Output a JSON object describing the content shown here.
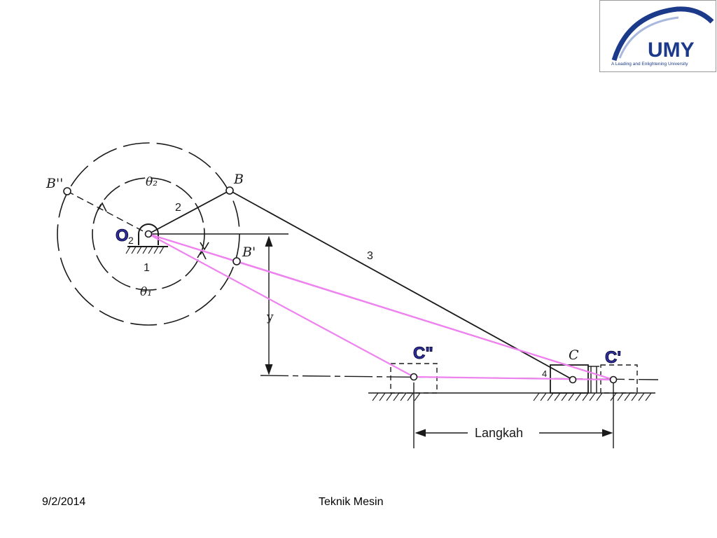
{
  "logo": {
    "name": "UMY",
    "tagline": "A Leading and Enlightening University"
  },
  "diagram": {
    "points": {
      "B_double": "B''",
      "B": "B",
      "B_prime": "B'",
      "C": "C",
      "link4": "4"
    },
    "links": {
      "ground": "1",
      "crank": "2",
      "coupler": "3"
    },
    "ground_pivot_label": "2",
    "angles": {
      "theta2": "θ₂",
      "theta1": "θ₁"
    },
    "offset_label": "y",
    "stroke_label": "Langkah",
    "annotations": {
      "pivot": "O",
      "c_double": "C\"",
      "c_prime": "C'"
    },
    "colors": {
      "overlay_lines": "#ee82ee",
      "annotation_text": "#2f2fa0",
      "drawing": "#1a1a1a"
    }
  },
  "footer": {
    "date": "9/2/2014",
    "center": "Teknik Mesin"
  }
}
